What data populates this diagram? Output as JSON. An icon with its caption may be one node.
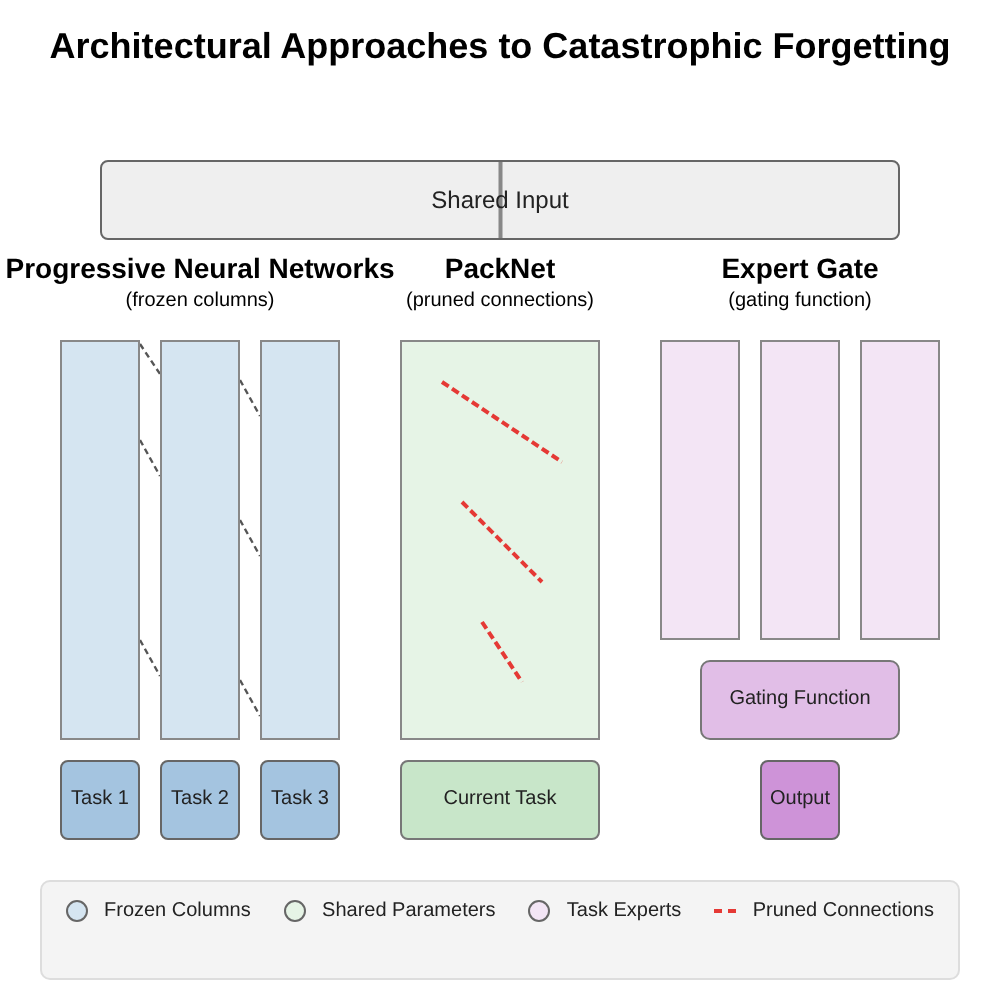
{
  "diagram": {
    "title": "Architectural Approaches to Catastrophic Forgetting",
    "nodes": [
      {
        "text": [
          "Shared Input"
        ]
      },
      {
        "text": [],
        "shape": "box"
      },
      {
        "text": [],
        "shape": "box"
      },
      {
        "text": [],
        "shape": "box"
      },
      {
        "text": [],
        "shape": "box"
      },
      {
        "text": [],
        "shape": "box"
      },
      {
        "text": [],
        "shape": "box"
      },
      {
        "text": [],
        "shape": "box"
      },
      {
        "text": [
          "Gating Function"
        ]
      },
      {
        "text": [
          "Task 1"
        ]
      },
      {
        "text": [
          "Task 2"
        ]
      },
      {
        "text": [
          "Task 3"
        ]
      },
      {
        "text": [
          "Current Task"
        ]
      },
      {
        "text": [
          "Output"
        ]
      }
    ],
    "edges": [
      {
        "from": 1,
        "to": 2,
        "arrow": "none",
        "style": "dashed"
      },
      {
        "from": 1,
        "to": 2,
        "arrow": "none",
        "style": "dashed"
      },
      {
        "from": 1,
        "to": 2,
        "arrow": "none",
        "style": "dashed"
      },
      {
        "from": 2,
        "to": 3,
        "arrow": "none",
        "style": "dashed"
      },
      {
        "from": 2,
        "to": 3,
        "arrow": "none",
        "style": "dashed"
      },
      {
        "from": 2,
        "to": 3,
        "arrow": "none",
        "style": "dashed"
      }
    ],
    "labels": [
      "Progressive Neural Networks",
      "(frozen columns)",
      "PackNet",
      "(pruned connections)",
      "Expert Gate",
      "(gating function)"
    ],
    "legend": [
      {
        "text": "Frozen Columns",
        "color": "#d5e5f1"
      },
      {
        "text": "Shared Parameters",
        "color": "#e6f4e6"
      },
      {
        "text": "Task Experts",
        "color": "#f3e5f5"
      },
      {
        "text": "Pruned Connections"
      }
    ]
  }
}
